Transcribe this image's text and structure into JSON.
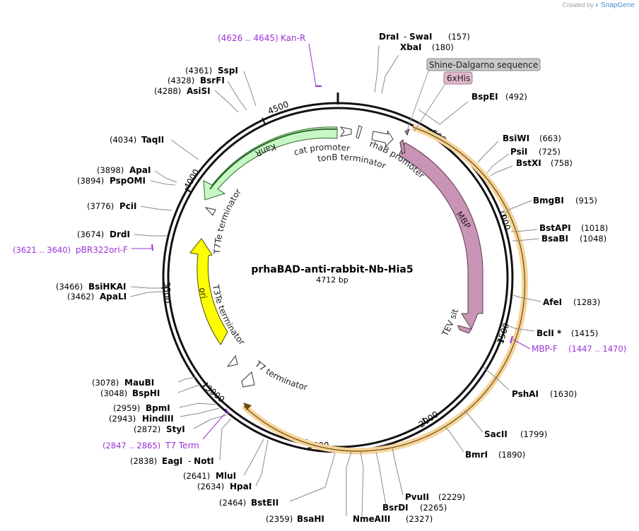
{
  "credit": {
    "prefix": "Created by",
    "brand": "SnapGene"
  },
  "plasmid": {
    "name": "prhaBAD-anti-rabbit-Nb-Hia5",
    "length_label": "4712 bp",
    "length": 4712
  },
  "colors": {
    "backbone": "#111111",
    "orf_orange": "#f0a030",
    "mbp": "#c994b5",
    "kanr": "#c8f7c6",
    "ori": "#ffff00",
    "primer": "#9b30d9",
    "leader": "#8a8a8a"
  },
  "ticks": [
    "500",
    "1000",
    "1500",
    "2000",
    "2500",
    "3000",
    "3500",
    "4000",
    "4500"
  ],
  "sites": [
    {
      "name": "DraI",
      "name2": "SwaI",
      "pos": "(157)"
    },
    {
      "name": "XbaI",
      "pos": "(180)"
    },
    {
      "name": "BspEI",
      "pos": "(492)"
    },
    {
      "name": "BsiWI",
      "pos": "(663)"
    },
    {
      "name": "PsiI",
      "pos": "(725)"
    },
    {
      "name": "BstXI",
      "pos": "(758)"
    },
    {
      "name": "BmgBI",
      "pos": "(915)"
    },
    {
      "name": "BstAPI",
      "pos": "(1018)"
    },
    {
      "name": "BsaBI",
      "pos": "(1048)"
    },
    {
      "name": "AfeI",
      "pos": "(1283)"
    },
    {
      "name": "BclI *",
      "pos": "(1415)"
    },
    {
      "name": "PshAI",
      "pos": "(1630)"
    },
    {
      "name": "SacII",
      "pos": "(1799)"
    },
    {
      "name": "BmrI",
      "pos": "(1890)"
    },
    {
      "name": "PvuII",
      "pos": "(2229)"
    },
    {
      "name": "BsrDI",
      "pos": "(2265)"
    },
    {
      "name": "NmeAIII",
      "pos": "(2327)"
    },
    {
      "name": "BsaHI",
      "pos": "(2359)"
    },
    {
      "name": "BstEII",
      "pos": "(2464)"
    },
    {
      "name": "HpaI",
      "pos": "(2634)"
    },
    {
      "name": "MluI",
      "pos": "(2641)"
    },
    {
      "name": "EagI",
      "name2": "NotI",
      "pos": "(2838)"
    },
    {
      "name": "StyI",
      "pos": "(2872)"
    },
    {
      "name": "HindIII",
      "pos": "(2943)"
    },
    {
      "name": "BpmI",
      "pos": "(2959)"
    },
    {
      "name": "BspHI",
      "pos": "(3048)"
    },
    {
      "name": "MauBI",
      "pos": "(3078)"
    },
    {
      "name": "ApaLI",
      "pos": "(3462)"
    },
    {
      "name": "BsiHKAI",
      "pos": "(3466)"
    },
    {
      "name": "DrdI",
      "pos": "(3674)"
    },
    {
      "name": "PciI",
      "pos": "(3776)"
    },
    {
      "name": "PspOMI",
      "pos": "(3894)"
    },
    {
      "name": "ApaI",
      "pos": "(3898)"
    },
    {
      "name": "TaqII",
      "pos": "(4034)"
    },
    {
      "name": "AsiSI",
      "pos": "(4288)"
    },
    {
      "name": "BsrFI",
      "pos": "(4328)"
    },
    {
      "name": "SspI",
      "pos": "(4361)"
    }
  ],
  "primers": [
    {
      "range": "(4626 .. 4645)",
      "name": "Kan-R"
    },
    {
      "range": "(1447 .. 1470)",
      "name": "MBP-F"
    },
    {
      "range": "(2847 .. 2865)",
      "name": "T7 Term"
    },
    {
      "range": "(3621 .. 3640)",
      "name": "pBR322ori-F"
    }
  ],
  "features": {
    "shine_dalgarno": "Shine-Dalgarno sequence",
    "his": "6xHis",
    "rhab_promoter": "rhaB promoter",
    "cat_promoter": "cat promoter",
    "tonb_terminator": "tonB terminator",
    "kanr": "KanR",
    "t7te": "T7Te terminator",
    "ori": "ori",
    "t3te": "T3Te terminator",
    "t7": "T7 terminator",
    "mbp": "MBP",
    "tev": "TEV site"
  }
}
